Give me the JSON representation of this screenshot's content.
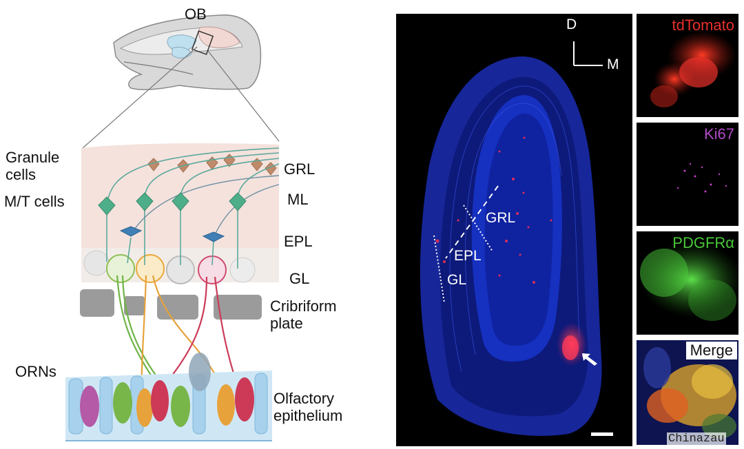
{
  "schematic": {
    "ob_label": "OB",
    "granule_label": "Granule cells",
    "mt_label": "M/T cells",
    "grl_label": "GRL",
    "ml_label": "ML",
    "epl_label": "EPL",
    "gl_label": "GL",
    "cribriform_label": "Cribriform plate",
    "orns_label": "ORNs",
    "epithelium_label": "Olfactory epithelium"
  },
  "micrograph": {
    "axis_d": "D",
    "axis_m": "M",
    "grl_label": "GRL",
    "epl_label": "EPL",
    "gl_label": "GL"
  },
  "panels": [
    {
      "title": "tdTomato",
      "color": "#e8302a"
    },
    {
      "title": "Ki67",
      "color": "#b04ac8"
    },
    {
      "title": "PDGFRα",
      "color": "#49c93a"
    },
    {
      "title": "Merge",
      "color": "#111111"
    }
  ],
  "watermark": "Chinazau",
  "colors": {
    "nuclei_blue": "#1a2cc8",
    "tdtomato_red": "#e8302a",
    "pdgfra_green": "#49c93a",
    "ki67_magenta": "#c040c8"
  }
}
